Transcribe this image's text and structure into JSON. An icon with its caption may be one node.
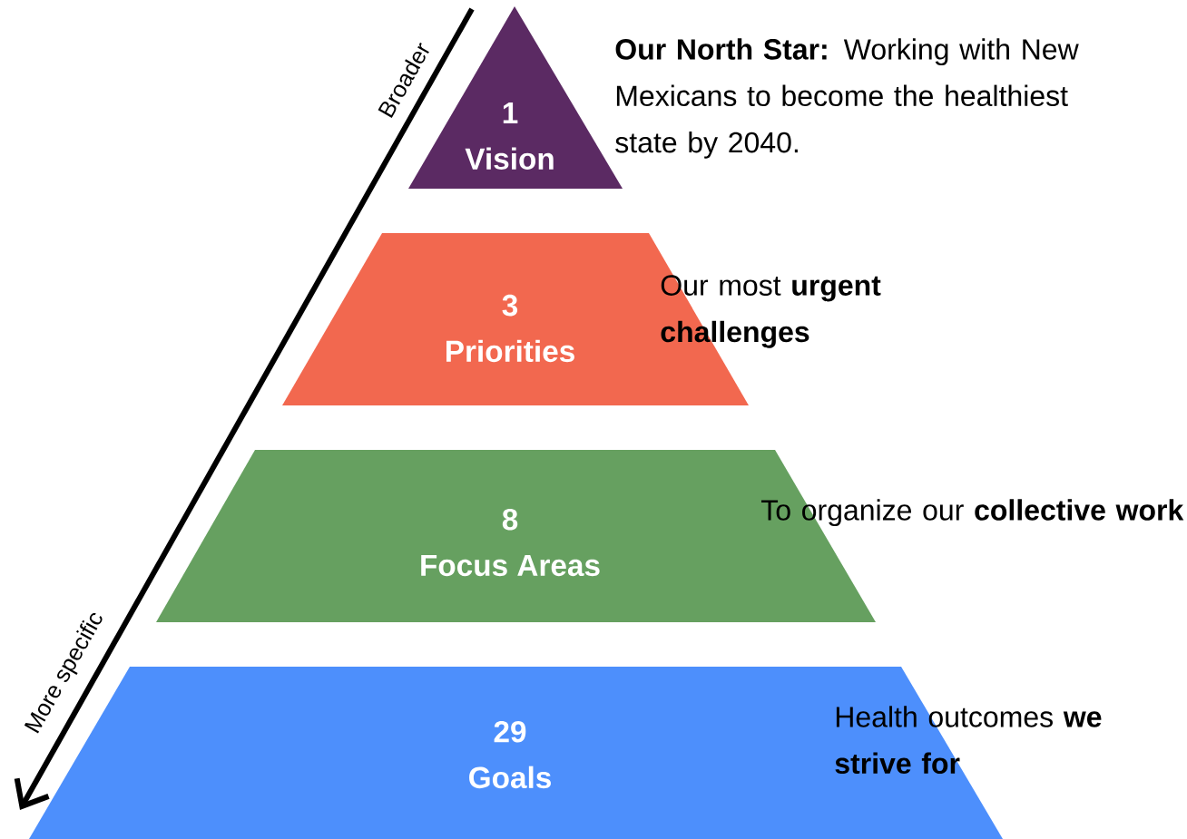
{
  "diagram": {
    "nodes": [
      {
        "text": [
          "1",
          "Vision"
        ],
        "beside": [
          "**Our North Star:** Working with New Mexicans to become the healthiest state by 2040."
        ]
      },
      {
        "text": [
          "3",
          "Priorities"
        ],
        "beside": [
          "Our most **urgent challenges**"
        ]
      },
      {
        "text": [
          "8",
          "Focus Areas"
        ],
        "beside": [
          "To organize our **collective work**"
        ]
      },
      {
        "text": [
          "29",
          "Goals"
        ],
        "beside": [
          "Health outcomes **we strive for**"
        ]
      }
    ],
    "labels": [
      "Broader",
      "More specific"
    ]
  }
}
